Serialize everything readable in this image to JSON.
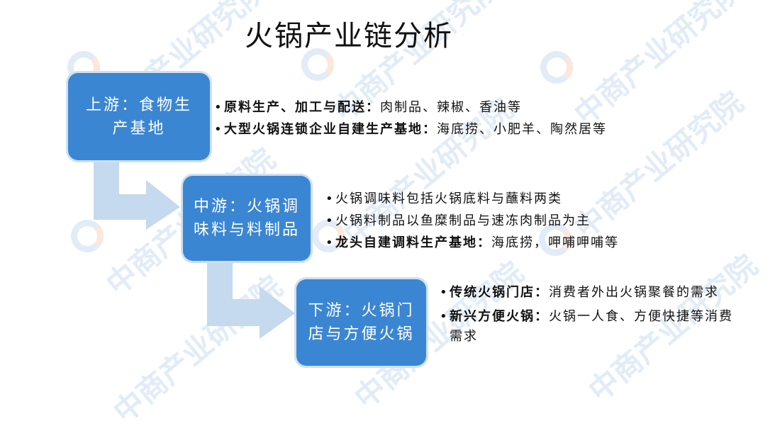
{
  "title": "火锅产业链分析",
  "watermark": "中商产业研究院",
  "colors": {
    "stage_fill": "#3b86d2",
    "arrow_fill": "#c5d9ef"
  },
  "stages": [
    {
      "label": "上游：食物生产基地",
      "bullets": [
        {
          "bold": "原料生产、加工与配送：",
          "text": "肉制品、辣椒、香油等"
        },
        {
          "bold": "大型火锅连锁企业自建生产基地：",
          "text": "海底捞、小肥羊、陶然居等"
        }
      ]
    },
    {
      "label": "中游：火锅调味料与料制品",
      "bullets": [
        {
          "bold": "",
          "text": "火锅调味料包括火锅底料与蘸料两类"
        },
        {
          "bold": "",
          "text": "火锅料制品以鱼糜制品与速冻肉制品为主"
        },
        {
          "bold": "龙头自建调料生产基地：",
          "text": "海底捞，呷哺呷哺等"
        }
      ]
    },
    {
      "label": "下游：火锅门店与方便火锅",
      "bullets": [
        {
          "bold": "传统火锅门店：",
          "text": "消费者外出火锅聚餐的需求"
        },
        {
          "bold": "新兴方便火锅：",
          "text": "火锅一人食、方便快捷等消费需求"
        }
      ]
    }
  ]
}
